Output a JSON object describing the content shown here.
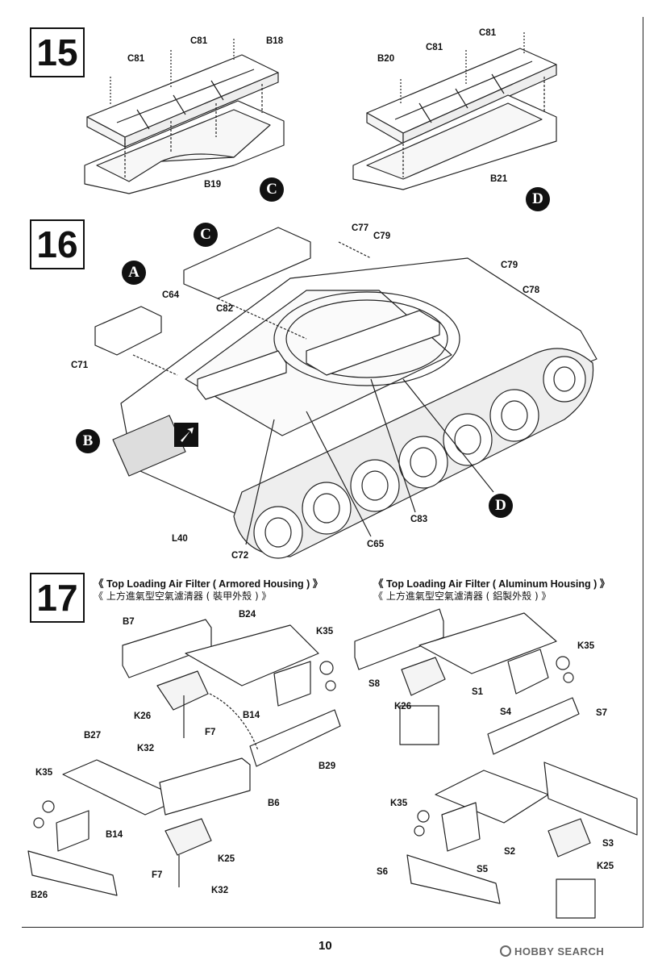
{
  "page": {
    "number": "10",
    "watermark": "HOBBY SEARCH"
  },
  "steps": [
    {
      "number": "15"
    },
    {
      "number": "16"
    },
    {
      "number": "17"
    }
  ],
  "step15": {
    "labels": {
      "c81_a": "C81",
      "c81_b": "C81",
      "b18": "B18",
      "b19": "B19",
      "b20": "B20",
      "c81_c": "C81",
      "c81_d": "C81",
      "b21": "B21"
    },
    "markers": {
      "c": "C",
      "d": "D"
    }
  },
  "step16": {
    "labels": {
      "c77": "C77",
      "c79_a": "C79",
      "c79_b": "C79",
      "c78": "C78",
      "c64": "C64",
      "c82": "C82",
      "c71": "C71",
      "c83": "C83",
      "c65": "C65",
      "c72": "C72",
      "l40": "L40"
    },
    "markers": {
      "a": "A",
      "b": "B",
      "c": "C",
      "d": "D"
    }
  },
  "step17": {
    "armored": {
      "title_en": "《  Top Loading Air Filter ( Armored Housing ) 》",
      "title_cn": "《  上方進氣型空氣濾清器  ( 裝甲外殼  ) 》",
      "labels": {
        "b7": "B7",
        "b24": "B24",
        "k35_a": "K35",
        "k26": "K26",
        "b14_a": "B14",
        "f7_a": "F7",
        "k32_a": "K32",
        "b29": "B29",
        "b27": "B27",
        "k35_b": "K35",
        "b6": "B6",
        "b14_b": "B14",
        "k25": "K25",
        "f7_b": "F7",
        "b26": "B26",
        "k32_b": "K32"
      }
    },
    "aluminum": {
      "title_en": "《  Top Loading Air Filter ( Aluminum Housing ) 》",
      "title_cn": "《  上方進氣型空氣濾清器  ( 鋁製外殼  ) 》",
      "labels": {
        "k35_a": "K35",
        "s8": "S8",
        "s1": "S1",
        "k26": "K26",
        "s4": "S4",
        "s7": "S7",
        "k35_b": "K35",
        "s3": "S3",
        "s2": "S2",
        "s6": "S6",
        "s5": "S5",
        "k25": "K25"
      }
    }
  }
}
